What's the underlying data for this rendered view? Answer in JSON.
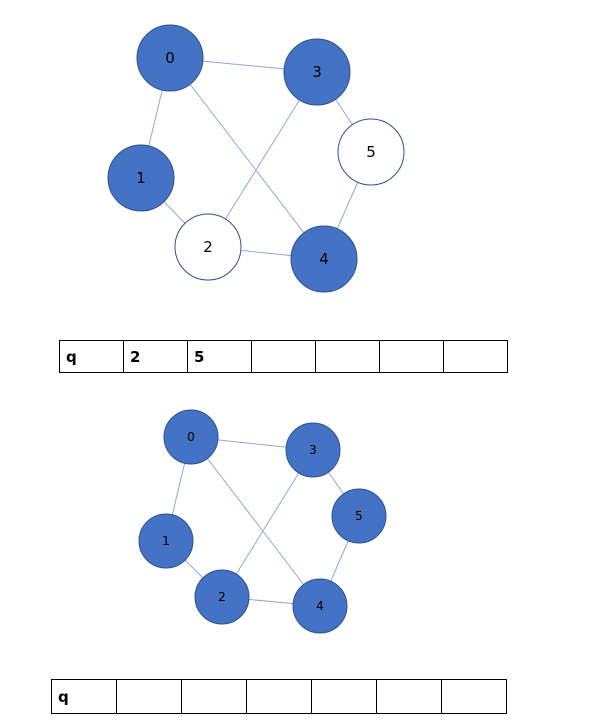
{
  "colors": {
    "visited": "#4472c4",
    "unvisited": "#ffffff",
    "edge": "#8fa9d6",
    "node_border": "#2f528f"
  },
  "edges": [
    [
      0,
      3
    ],
    [
      0,
      1
    ],
    [
      0,
      4
    ],
    [
      3,
      5
    ],
    [
      3,
      2
    ],
    [
      1,
      2
    ],
    [
      2,
      4
    ],
    [
      5,
      4
    ]
  ],
  "graphs": [
    {
      "nodes": [
        {
          "id": 0,
          "label": "0",
          "state": "visited"
        },
        {
          "id": 1,
          "label": "1",
          "state": "visited"
        },
        {
          "id": 2,
          "label": "2",
          "state": "unvisited"
        },
        {
          "id": 3,
          "label": "3",
          "state": "visited"
        },
        {
          "id": 4,
          "label": "4",
          "state": "visited"
        },
        {
          "id": 5,
          "label": "5",
          "state": "unvisited"
        }
      ]
    },
    {
      "nodes": [
        {
          "id": 0,
          "label": "0",
          "state": "visited"
        },
        {
          "id": 1,
          "label": "1",
          "state": "visited"
        },
        {
          "id": 2,
          "label": "2",
          "state": "visited"
        },
        {
          "id": 3,
          "label": "3",
          "state": "visited"
        },
        {
          "id": 4,
          "label": "4",
          "state": "visited"
        },
        {
          "id": 5,
          "label": "5",
          "state": "visited"
        }
      ]
    }
  ],
  "queues": [
    {
      "cells": [
        "q",
        "2",
        "5",
        "",
        "",
        "",
        ""
      ]
    },
    {
      "cells": [
        "q",
        "",
        "",
        "",
        "",
        "",
        ""
      ]
    }
  ]
}
